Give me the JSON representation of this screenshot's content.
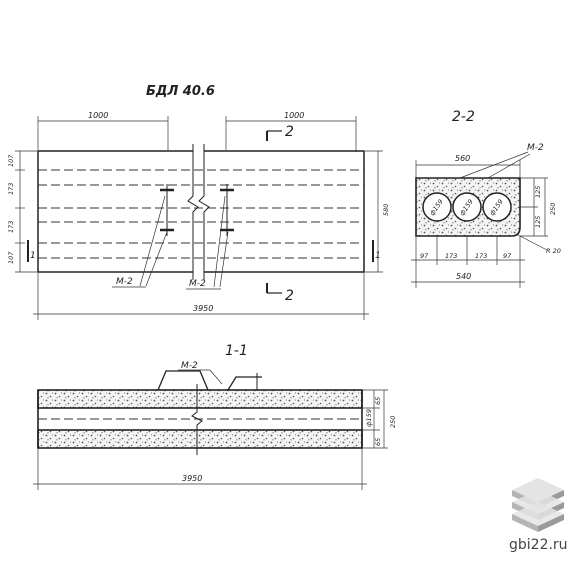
{
  "plan": {
    "title": "БДЛ 40.6",
    "dim_left": "1000",
    "dim_right": "1000",
    "dim_total": "3950",
    "dim_height": "580",
    "row_dims": [
      "107",
      "173",
      "173",
      "107"
    ],
    "section_mark": "2",
    "cut_mark": "1",
    "loop_labels": [
      "М-2",
      "М-2"
    ]
  },
  "section_2_2": {
    "title": "2-2",
    "loop_label": "М-2",
    "dim_top": "560",
    "dim_bottom": "540",
    "bottom_dims": [
      "97",
      "173",
      "173",
      "97"
    ],
    "right_dims": [
      "125",
      "125"
    ],
    "dim_height": "250",
    "radius": "R 20",
    "hole_labels": [
      "ф159",
      "ф159",
      "ф159"
    ]
  },
  "section_1_1": {
    "title": "1-1",
    "loop_label": "М-2",
    "dim_total": "3950",
    "right_dims": [
      "65",
      "ф159",
      "65"
    ],
    "dim_height": "250"
  },
  "site": {
    "name": "gbi22.ru"
  },
  "colors": {
    "line": "#222222",
    "concrete_dots": "#555555",
    "logo_light": "#e4e4e4",
    "logo_dark": "#9a9a9a"
  }
}
